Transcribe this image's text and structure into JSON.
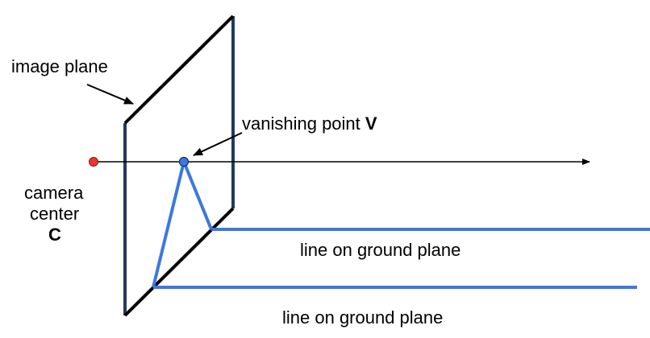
{
  "labels": {
    "image_plane": "image plane",
    "vanishing_point_text": "vanishing point",
    "vanishing_point_symbol": "V",
    "camera_line1": "camera",
    "camera_line2": "center",
    "camera_symbol": "C",
    "ground_line_1": "line on ground plane",
    "ground_line_2": "line on ground plane"
  },
  "colors": {
    "ink": "#000000",
    "plane_edge": "#1f3a5f",
    "ground_lines": "#3d78e0",
    "camera_point": "#e8372c",
    "vanishing_point": "#3d78e0"
  }
}
